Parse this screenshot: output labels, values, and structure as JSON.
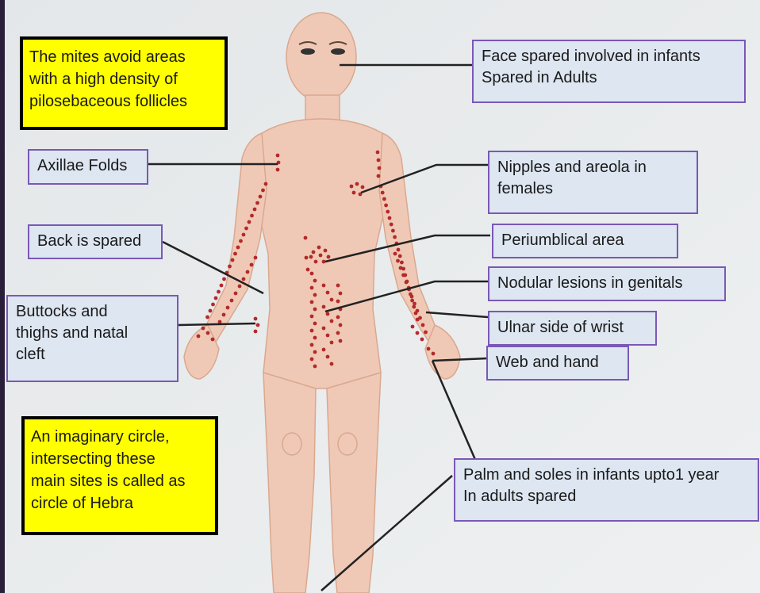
{
  "colors": {
    "callout_fill": "#dde6f1",
    "callout_border": "#7a58b5",
    "note_fill": "#ffff00",
    "note_border": "#000000",
    "lesion_dot": "#b22a2a",
    "skin": "#f0c9b6",
    "background": "#e9ebec"
  },
  "notes": {
    "top_left": "The mites avoid areas\nwith a high density of\npilosebaceous follicles",
    "bottom_left": "An imaginary circle,\nintersecting these\nmain sites is called as\ncircle of Hebra"
  },
  "callouts": {
    "face": "Face spared involved in infants\nSpared in Adults",
    "axillae": "Axillae Folds",
    "nipples": "Nipples and areola in\nfemales",
    "back": "Back is spared",
    "periumbilical": "Periumblical area",
    "genitals": "Nodular lesions in genitals",
    "buttocks": "Buttocks and\nthighs and natal\ncleft",
    "wrist": "Ulnar side of wrist",
    "web": "Web and hand",
    "palm": "Palm and soles in infants upto1 year\nIn adults spared"
  }
}
